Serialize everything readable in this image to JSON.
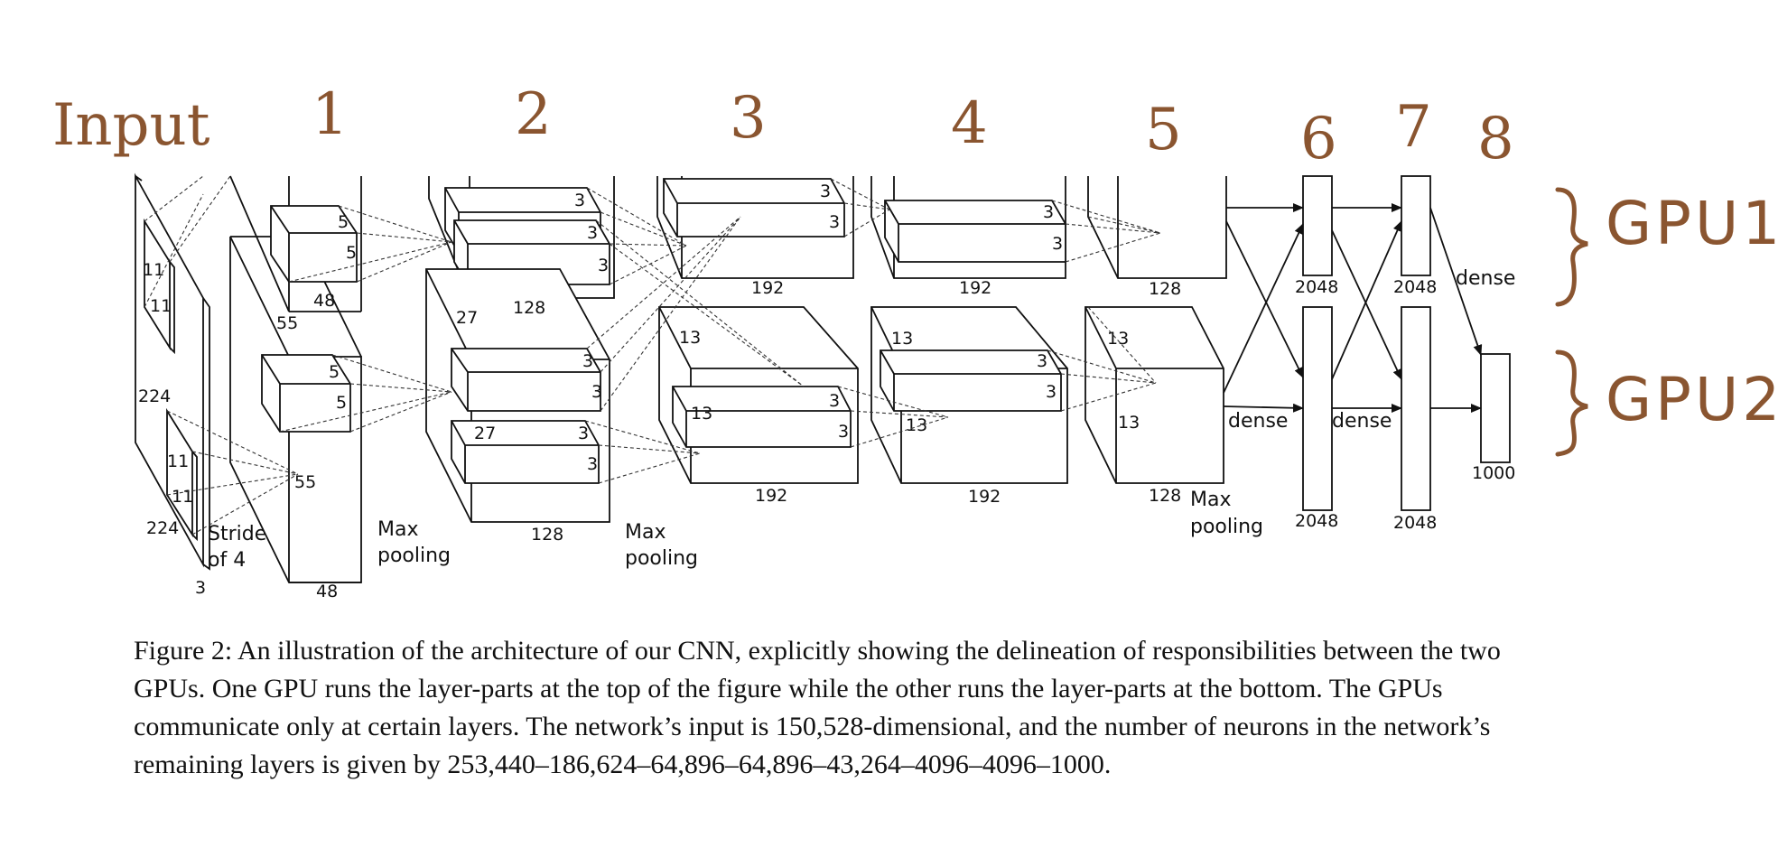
{
  "header": {
    "input": "Input",
    "layers": [
      "1",
      "2",
      "3",
      "4",
      "5",
      "6",
      "7",
      "8"
    ],
    "gpu1": "GPU1",
    "gpu2": "GPU2"
  },
  "diagram": {
    "input_dims": {
      "side": "224",
      "bottom": "224",
      "depth": "3"
    },
    "input_kernel_top": {
      "a": "11",
      "b": "11"
    },
    "input_kernel_bottom": {
      "a": "11",
      "b": "11"
    },
    "stride": {
      "line1": "Stride",
      "line2": "of 4"
    },
    "l1": {
      "size": "55",
      "size2": "55",
      "depth_top": "48",
      "depth_bottom": "48",
      "k1": "5",
      "k2": "5",
      "k3": "5",
      "k4": "5"
    },
    "maxpool1": {
      "line1": "Max",
      "line2": "pooling"
    },
    "l2": {
      "size": "27",
      "size2": "27",
      "depth_top": "128",
      "depth_bottom": "128",
      "k": "3"
    },
    "maxpool2": {
      "line1": "Max",
      "line2": "pooling"
    },
    "l3": {
      "size": "13",
      "size2": "13",
      "depth_top": "192",
      "depth_bottom": "192",
      "k": "3"
    },
    "l4": {
      "size": "13",
      "depth_top": "192",
      "depth_bottom": "192",
      "k": "3"
    },
    "l5": {
      "size": "13",
      "size2": "13",
      "depth_top": "128",
      "depth_bottom": "128"
    },
    "maxpool3": {
      "line1": "Max",
      "line2": "pooling"
    },
    "fc": {
      "l6_top": "2048",
      "l6_bottom": "2048",
      "l7_top": "2048",
      "l7_bottom": "2048",
      "out": "1000",
      "dense": "dense"
    }
  },
  "caption": {
    "text": "Figure 2:  An illustration of the architecture of our CNN, explicitly showing the delineation of responsibilities between the two GPUs. One GPU runs the layer-parts at the top of the figure while the other runs the layer-parts at the bottom. The GPUs communicate only at certain layers. The network’s input is 150,528-dimensional, and the number of neurons in the network’s remaining layers is given by 253,440–186,624–64,896–64,896–43,264–4096–4096–1000."
  },
  "colors": {
    "handwriting": "#8a5530",
    "lines": "#111111"
  }
}
